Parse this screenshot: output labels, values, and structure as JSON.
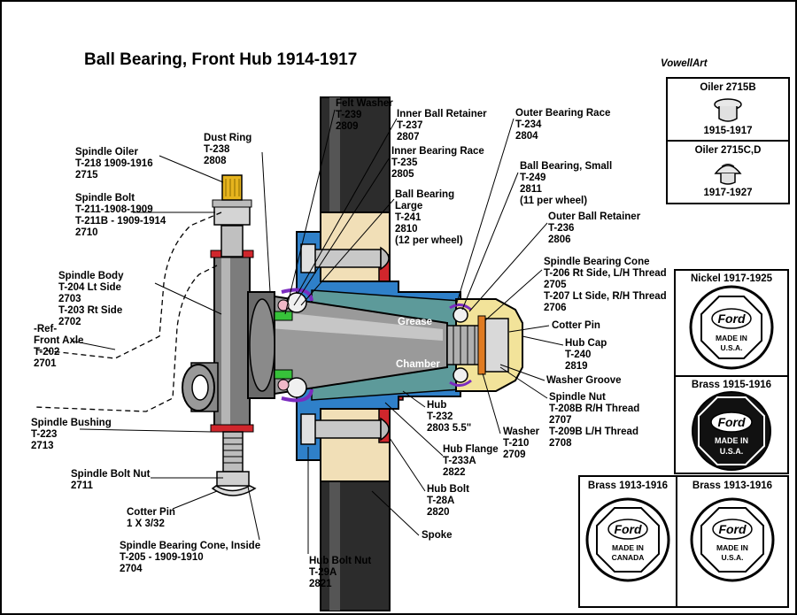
{
  "title": "Ball Bearing, Front Hub 1914-1917",
  "credit": "VowellArt",
  "labels": {
    "felt_washer": "Felt Washer\nT-239\n2809",
    "dust_ring": "Dust Ring\nT-238\n2808",
    "inner_ball_retainer": "Inner Ball Retainer\nT-237\n2807",
    "inner_bearing_race": "Inner Bearing Race\nT-235\n2805",
    "outer_bearing_race": "Outer Bearing Race\nT-234\n2804",
    "spindle_oiler": "Spindle Oiler\nT-218 1909-1916\n2715",
    "ball_bearing_small": "Ball Bearing, Small\nT-249\n2811\n(11 per wheel)",
    "spindle_bolt": "Spindle Bolt\nT-211-1908-1909\nT-211B - 1909-1914\n2710",
    "ball_bearing_large": "Ball Bearing\nLarge\nT-241\n2810\n(12 per wheel)",
    "outer_ball_retainer": "Outer Ball Retainer\nT-236\n2806",
    "spindle_bearing_cone": "Spindle Bearing Cone\nT-206 Rt Side, L/H Thread\n2705\nT-207 Lt Side, R/H Thread\n2706",
    "spindle_body": "Spindle Body\nT-204 Lt Side\n2703\nT-203 Rt Side\n2702",
    "front_axle": "-Ref-\nFront Axle\nT-202\n2701",
    "cotter_pin_r": "Cotter Pin",
    "hub_cap": "Hub Cap\nT-240\n2819",
    "washer_groove": "Washer Groove",
    "spindle_nut": "Spindle Nut\nT-208B R/H Thread\n2707\nT-209B L/H Thread\n2708",
    "spindle_bushing": "Spindle Bushing\nT-223\n2713",
    "hub": "Hub\nT-232\n2803 5.5\"",
    "washer": "Washer\nT-210\n2709",
    "hub_flange": "Hub Flange\nT-233A\n2822",
    "spindle_bolt_nut": "Spindle Bolt Nut\n2711",
    "hub_bolt": "Hub Bolt\nT-28A\n2820",
    "cotter_pin_l": "Cotter Pin\n1 X 3/32",
    "spoke": "Spoke",
    "spindle_bearing_cone_inside": "Spindle Bearing Cone, Inside\nT-205 - 1909-1910\n2704",
    "hub_bolt_nut": "Hub Bolt Nut\nT-29A\n2821",
    "grease": "Grease",
    "chamber": "Chamber"
  },
  "oilers": [
    {
      "title": "Oiler 2715B",
      "years": "1915-1917"
    },
    {
      "title": "Oiler 2715C,D",
      "years": "1917-1927"
    }
  ],
  "hubcaps": [
    {
      "title": "Nickel 1917-1925",
      "brand": "Ford",
      "line1": "MADE IN",
      "line2": "U.S.A."
    },
    {
      "title": "Brass 1915-1916",
      "brand": "Ford",
      "line1": "MADE IN",
      "line2": "U.S.A."
    },
    {
      "title": "Brass 1913-1916",
      "brand": "Ford",
      "line1": "MADE IN",
      "line2": "CANADA"
    },
    {
      "title": "Brass 1913-1916",
      "brand": "Ford",
      "line1": "MADE IN",
      "line2": "U.S.A."
    }
  ]
}
